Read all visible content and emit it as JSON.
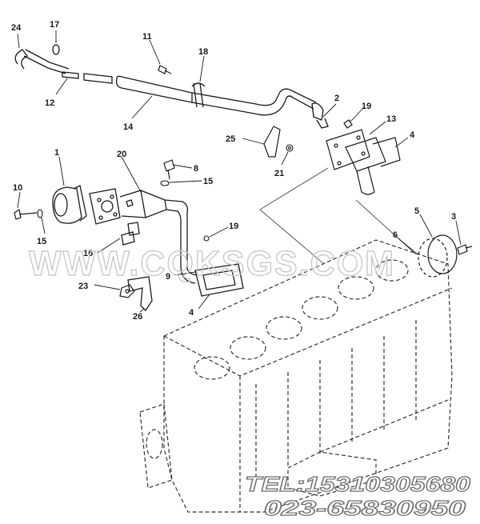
{
  "callouts": [
    {
      "id": "c24",
      "text": "24"
    },
    {
      "id": "c17",
      "text": "17"
    },
    {
      "id": "c12",
      "text": "12"
    },
    {
      "id": "c11",
      "text": "11"
    },
    {
      "id": "c18",
      "text": "18"
    },
    {
      "id": "c14",
      "text": "14"
    },
    {
      "id": "c2",
      "text": "2"
    },
    {
      "id": "c19a",
      "text": "19"
    },
    {
      "id": "c13",
      "text": "13"
    },
    {
      "id": "c4a",
      "text": "4"
    },
    {
      "id": "c25",
      "text": "25"
    },
    {
      "id": "c21",
      "text": "21"
    },
    {
      "id": "c1",
      "text": "1"
    },
    {
      "id": "c20",
      "text": "20"
    },
    {
      "id": "c8",
      "text": "8"
    },
    {
      "id": "c15a",
      "text": "15"
    },
    {
      "id": "c10",
      "text": "10"
    },
    {
      "id": "c15b",
      "text": "15"
    },
    {
      "id": "c16",
      "text": "16"
    },
    {
      "id": "c19b",
      "text": "19"
    },
    {
      "id": "c5",
      "text": "5"
    },
    {
      "id": "c3",
      "text": "3"
    },
    {
      "id": "c6",
      "text": "6"
    },
    {
      "id": "c23",
      "text": "23"
    },
    {
      "id": "c9",
      "text": "9"
    },
    {
      "id": "c4b",
      "text": "4"
    },
    {
      "id": "c26",
      "text": "26"
    }
  ],
  "watermark": "WWW.CQKSGS.COM",
  "contact": {
    "tel": "TEL:15310305680",
    "phone": "023-65830950"
  },
  "colors": {
    "line": "#1a1a1a",
    "dashed": "#333333",
    "watermark": "#c9c9c9"
  }
}
